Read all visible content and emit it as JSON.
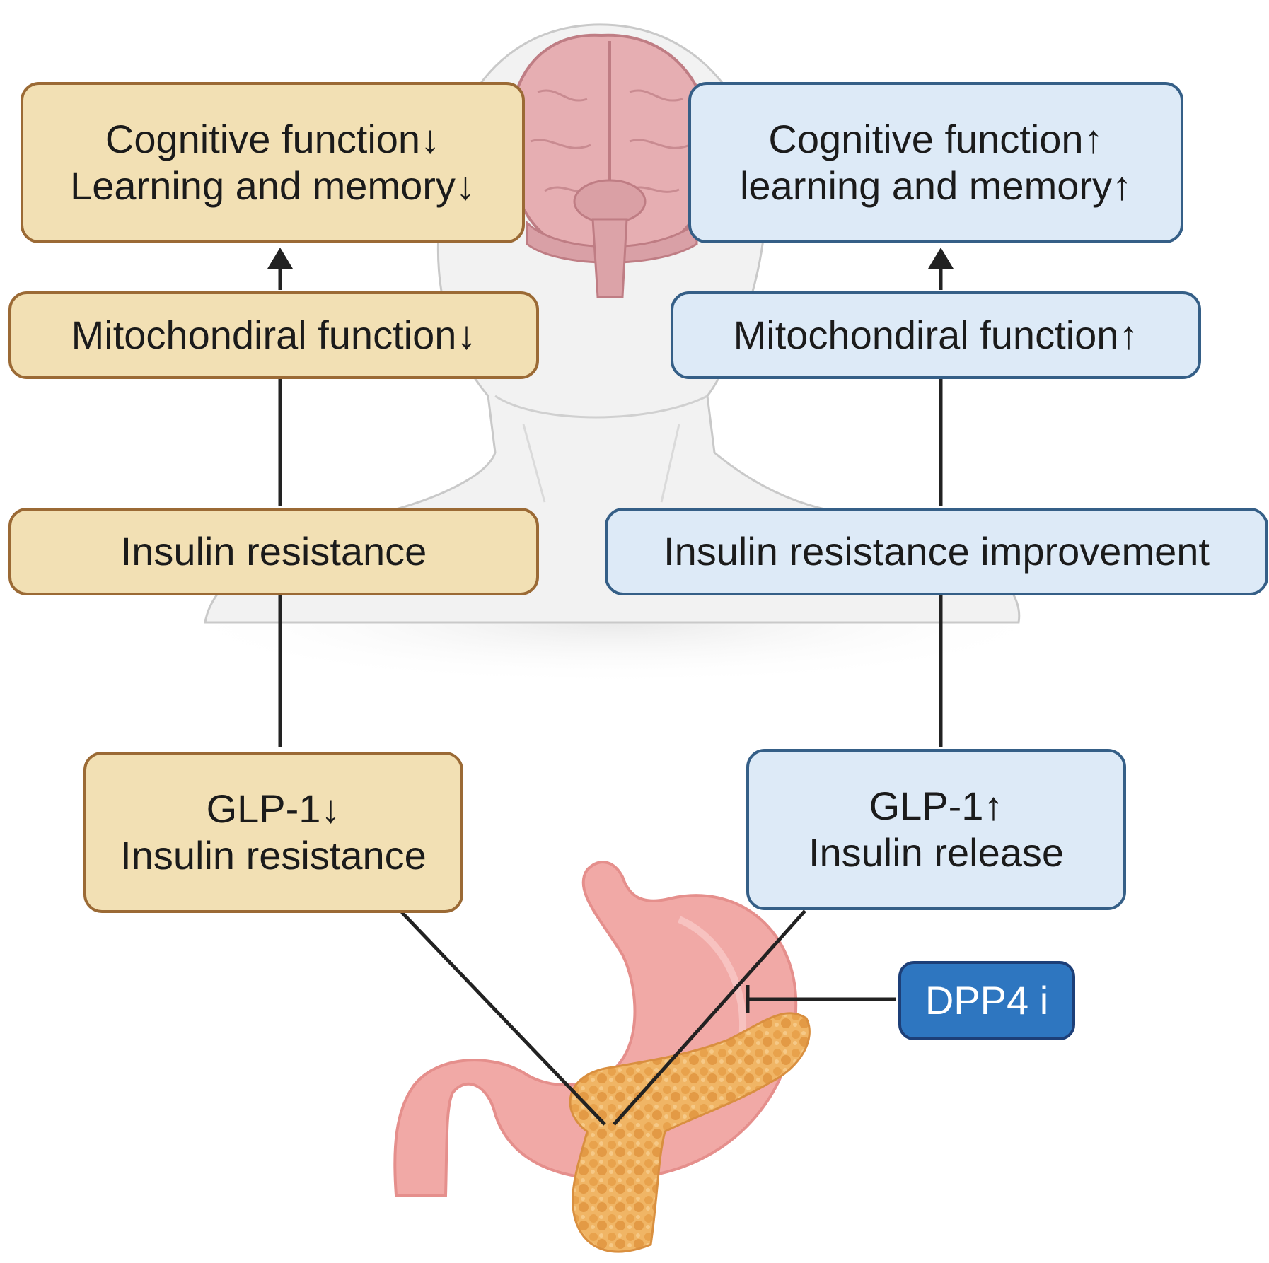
{
  "left": {
    "cognitive": {
      "line1": "Cognitive function↓",
      "line2": "Learning and memory↓"
    },
    "mito": "Mitochondiral function↓",
    "insulin": "Insulin resistance",
    "glp": {
      "line1": "GLP-1↓",
      "line2": "Insulin resistance"
    }
  },
  "right": {
    "cognitive": {
      "line1": "Cognitive function↑",
      "line2": "learning and memory↑"
    },
    "mito": "Mitochondiral function↑",
    "insulin": "Insulin resistance improvement",
    "glp": {
      "line1": "GLP-1↑",
      "line2": "Insulin release"
    }
  },
  "inhibitor": "DPP4 i",
  "colors": {
    "left_fill": "#f2e0b4",
    "left_border": "#9b6a35",
    "right_fill": "#ddeaf7",
    "right_border": "#355f87",
    "dpp_fill": "#2e76c0",
    "dpp_border": "#1d3f78"
  },
  "illustrations": [
    "head-silhouette",
    "brain",
    "stomach",
    "pancreas"
  ]
}
